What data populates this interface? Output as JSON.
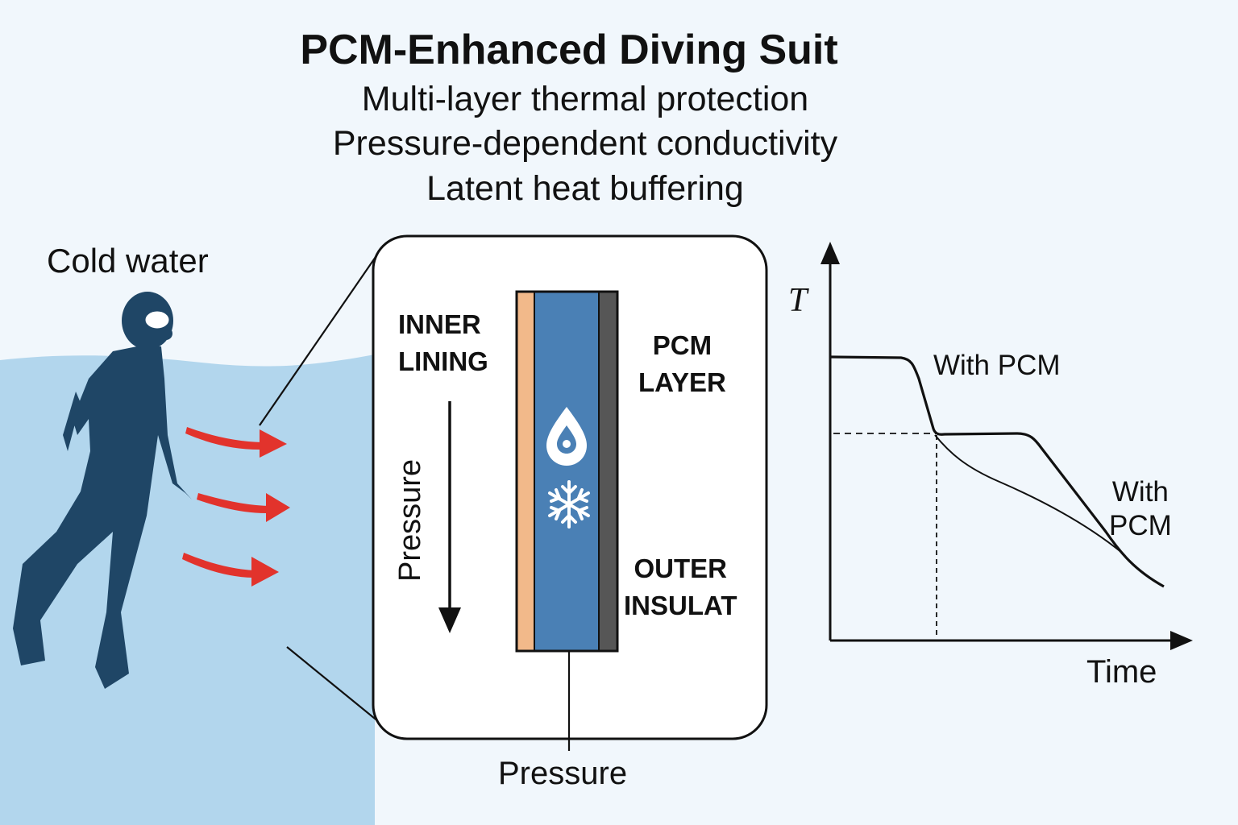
{
  "title": "PCM-Enhanced Diving Suit",
  "subtitles": [
    "Multi-layer thermal protection",
    "Pressure-dependent conductivity",
    "Latent heat buffering"
  ],
  "scene": {
    "water_label": "Cold water",
    "icons": [
      "diver-icon",
      "heat-loss-arrow-icon",
      "water-drop-icon",
      "snowflake-icon"
    ]
  },
  "cross_section": {
    "inner_label": [
      "INNER",
      "LINING"
    ],
    "pcm_label": [
      "PCM",
      "LAYER"
    ],
    "outer_label": [
      "OUTER",
      "INSULAT"
    ],
    "pressure_vertical": "Pressure",
    "pressure_bottom": "Pressure"
  },
  "graph": {
    "y_label": "T",
    "x_label": "Time",
    "curves": [
      {
        "label": "With PCM"
      },
      {
        "label_lines": [
          "With",
          "PCM"
        ]
      }
    ]
  },
  "colors": {
    "background": "#f1f7fc",
    "water": "#b2d6ed",
    "diver": "#1f4666",
    "heat_arrow": "#e2332c",
    "inner_lining": "#f2b98a",
    "pcm_layer": "#4a80b5",
    "outer_insulation": "#565656"
  }
}
